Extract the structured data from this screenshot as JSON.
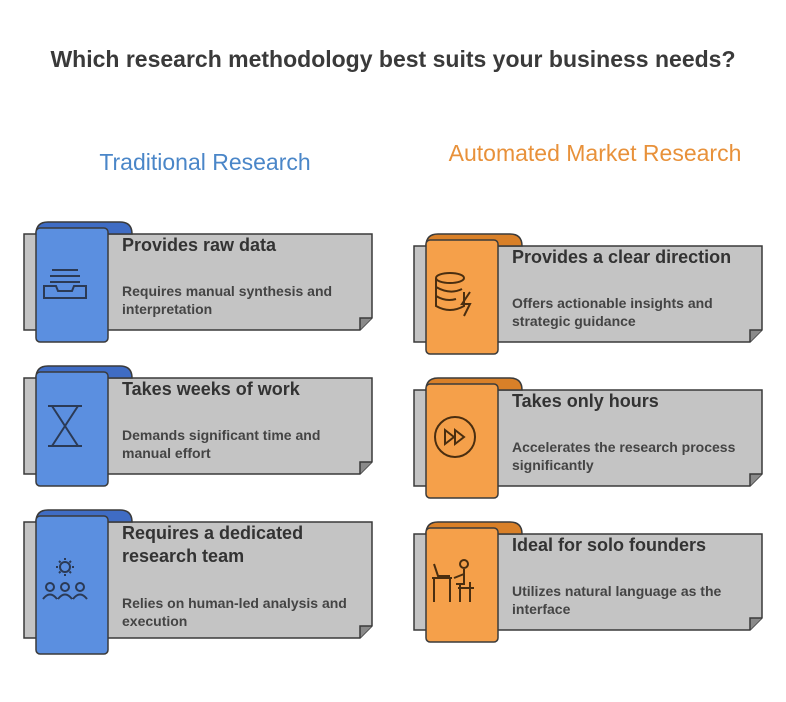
{
  "title": "Which research methodology best suits your business needs?",
  "colors": {
    "blue": "#5b8fe0",
    "blue_dark": "#3f6cc4",
    "orange": "#f5a04a",
    "orange_dark": "#d98028",
    "card_gray": "#c4c4c4",
    "card_border": "#3a3a3a"
  },
  "columns": [
    {
      "heading": "Traditional Research",
      "items": [
        {
          "icon": "inbox-tray-icon",
          "title": "Provides raw data",
          "desc": "Requires manual synthesis and interpretation"
        },
        {
          "icon": "hourglass-icon",
          "title": "Takes weeks of work",
          "desc": "Demands significant time and manual effort"
        },
        {
          "icon": "team-gear-icon",
          "title": "Requires a dedicated research team",
          "desc": "Relies on human-led analysis and execution"
        }
      ]
    },
    {
      "heading": "Automated Market Research",
      "items": [
        {
          "icon": "database-lightning-icon",
          "title": "Provides a clear direction",
          "desc": "Offers actionable insights and strategic guidance"
        },
        {
          "icon": "fast-forward-icon",
          "title": "Takes only hours",
          "desc": "Accelerates the research process significantly"
        },
        {
          "icon": "person-at-desk-icon",
          "title": "Ideal for solo founders",
          "desc": "Utilizes natural language as the interface"
        }
      ]
    }
  ]
}
